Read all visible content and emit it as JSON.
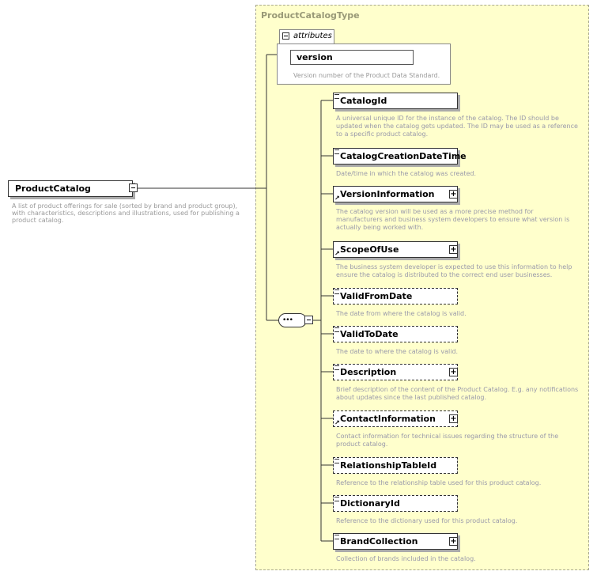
{
  "complex_type": {
    "name": "ProductCatalogType"
  },
  "attributes": {
    "label": "attributes",
    "items": [
      {
        "name": "version",
        "description": "Version number of the Product Data Standard."
      }
    ]
  },
  "root": {
    "name": "ProductCatalog",
    "description": "A list of product offerings for sale (sorted by brand and product group), with characteristics, descriptions and illustrations, used for publishing a product catalog."
  },
  "sequence": {
    "symbol": "•••"
  },
  "elements": [
    {
      "name": "CatalogId",
      "optional": false,
      "expandable": false,
      "reference": false,
      "description": "A universal unique ID for the instance of the catalog. The ID should be updated when the catalog gets updated. The ID may be used as a reference to a specific product catalog."
    },
    {
      "name": "CatalogCreationDateTime",
      "optional": false,
      "expandable": false,
      "reference": false,
      "description": "Date/time in which the catalog was created."
    },
    {
      "name": "VersionInformation",
      "optional": false,
      "expandable": true,
      "reference": true,
      "description": "The catalog version will be used as a more precise method for manufacturers and business system developers to ensure what version is actually being worked with."
    },
    {
      "name": "ScopeOfUse",
      "optional": false,
      "expandable": true,
      "reference": true,
      "description": "The business system developer is expected to use this information to help ensure the catalog is distributed to the correct end user businesses."
    },
    {
      "name": "ValidFromDate",
      "optional": true,
      "expandable": false,
      "reference": false,
      "description": "The date from where the catalog is valid."
    },
    {
      "name": "ValidToDate",
      "optional": true,
      "expandable": false,
      "reference": false,
      "description": "The date to where the catalog is valid."
    },
    {
      "name": "Description",
      "optional": true,
      "expandable": true,
      "reference": false,
      "description": "Brief description of the content of the Product Catalog. E.g. any notifications about updates since the last published catalog."
    },
    {
      "name": "ContactInformation",
      "optional": true,
      "expandable": true,
      "reference": true,
      "description": "Contact information for technical issues regarding the structure of the product catalog."
    },
    {
      "name": "RelationshipTableId",
      "optional": true,
      "expandable": false,
      "reference": false,
      "description": "Reference to the relationship table used for this product catalog."
    },
    {
      "name": "DictionaryId",
      "optional": true,
      "expandable": false,
      "reference": false,
      "description": "Reference to the dictionary used for this product catalog."
    },
    {
      "name": "BrandCollection",
      "optional": false,
      "expandable": true,
      "reference": false,
      "description": "Collection of brands included in the catalog."
    }
  ]
}
